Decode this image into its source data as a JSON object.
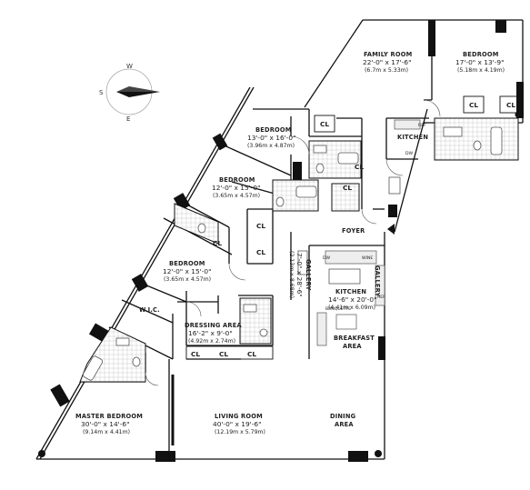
{
  "compass": {
    "n": "W",
    "e": "S",
    "s": "E"
  },
  "rooms": {
    "family_room": {
      "name": "FAMILY ROOM",
      "dim": "22'-0\" x 17'-6\"",
      "metric": "(6.7m x 5.33m)"
    },
    "bedroom_ne": {
      "name": "BEDROOM",
      "dim": "17'-0\" x 13'-9\"",
      "metric": "(5.18m x 4.19m)"
    },
    "bedroom_1": {
      "name": "BEDROOM",
      "dim": "13'-0\" x 16'-0\"",
      "metric": "(3.96m x 4.87m)"
    },
    "bedroom_2": {
      "name": "BEDROOM",
      "dim": "12'-0\" x 15'-0\"",
      "metric": "(3.65m x 4.57m)"
    },
    "bedroom_3": {
      "name": "BEDROOM",
      "dim": "12'-0\" x 15'-0\"",
      "metric": "(3.65m x 4.57m)"
    },
    "wic": {
      "name": "W.I.C."
    },
    "dressing": {
      "name": "DRESSING AREA",
      "dim": "16'-2\" x 9'-0\"",
      "metric": "(4.92m x 2.74m)"
    },
    "master": {
      "name": "MASTER BEDROOM",
      "dim": "30'-0\" x 14'-6\"",
      "metric": "(9.14m x 4.41m)"
    },
    "living": {
      "name": "LIVING ROOM",
      "dim": "40'-0\" x 19'-6\"",
      "metric": "(12.19m x 5.79m)"
    },
    "dining": {
      "name": "DINING",
      "name2": "AREA"
    },
    "kitchen_main": {
      "name": "KITCHEN",
      "dim": "14'-6\" x 20'-0\"",
      "metric": "(4.41m x 6.09m)"
    },
    "breakfast": {
      "name": "BREAKFAST",
      "name2": "AREA"
    },
    "kitchen_small": {
      "name": "KITCHEN"
    },
    "gallery": {
      "name": "GALLERY",
      "dim": "7'-0\" x 28'-6\"",
      "metric": "(2.13m x 8.68m)"
    },
    "foyer": {
      "name": "FOYER"
    },
    "gallery_side": {
      "name": "GALLERY"
    }
  },
  "closet_label": "CL",
  "appliances": {
    "ref": "REF",
    "dw": "DW",
    "wine": "WINE",
    "banquette": "BANQUETTE",
    "dryer": "DRYER"
  }
}
